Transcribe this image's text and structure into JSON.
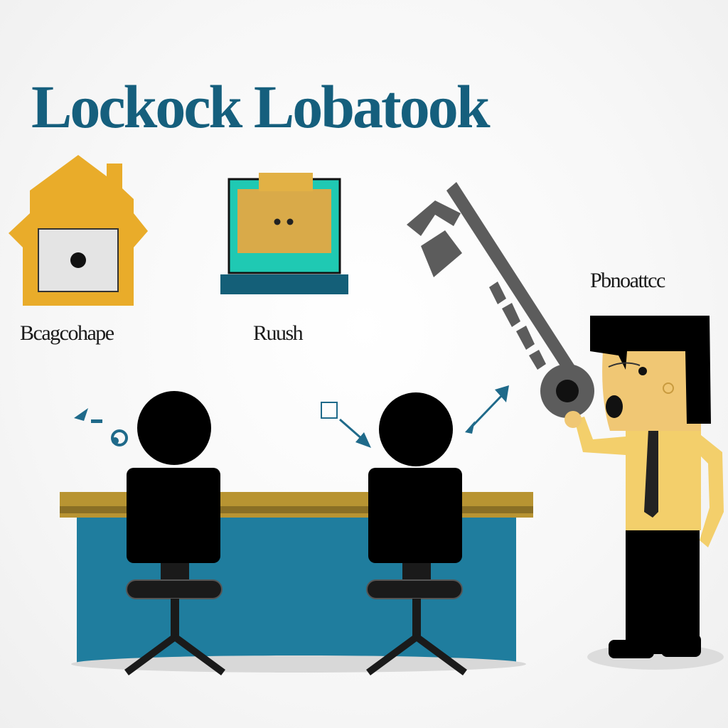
{
  "title": "Lockock Lobatook",
  "labels": {
    "house": "Bcagcohape",
    "laptop": "Ruush",
    "person": "Pbnoattcc"
  },
  "colors": {
    "title": "#155f7d",
    "house": "#e9ac2a",
    "laptop_screen": "#1fc9b3",
    "laptop_base": "#145f78",
    "desk_top": "#b89432",
    "desk_body": "#1f7d9e",
    "key": "#5c5c5c",
    "shirt": "#f3cf6b",
    "skin": "#f0c774",
    "figure": "#000000"
  },
  "icons": [
    "house-icon",
    "laptop-icon",
    "key-icon",
    "arrow-icon"
  ]
}
